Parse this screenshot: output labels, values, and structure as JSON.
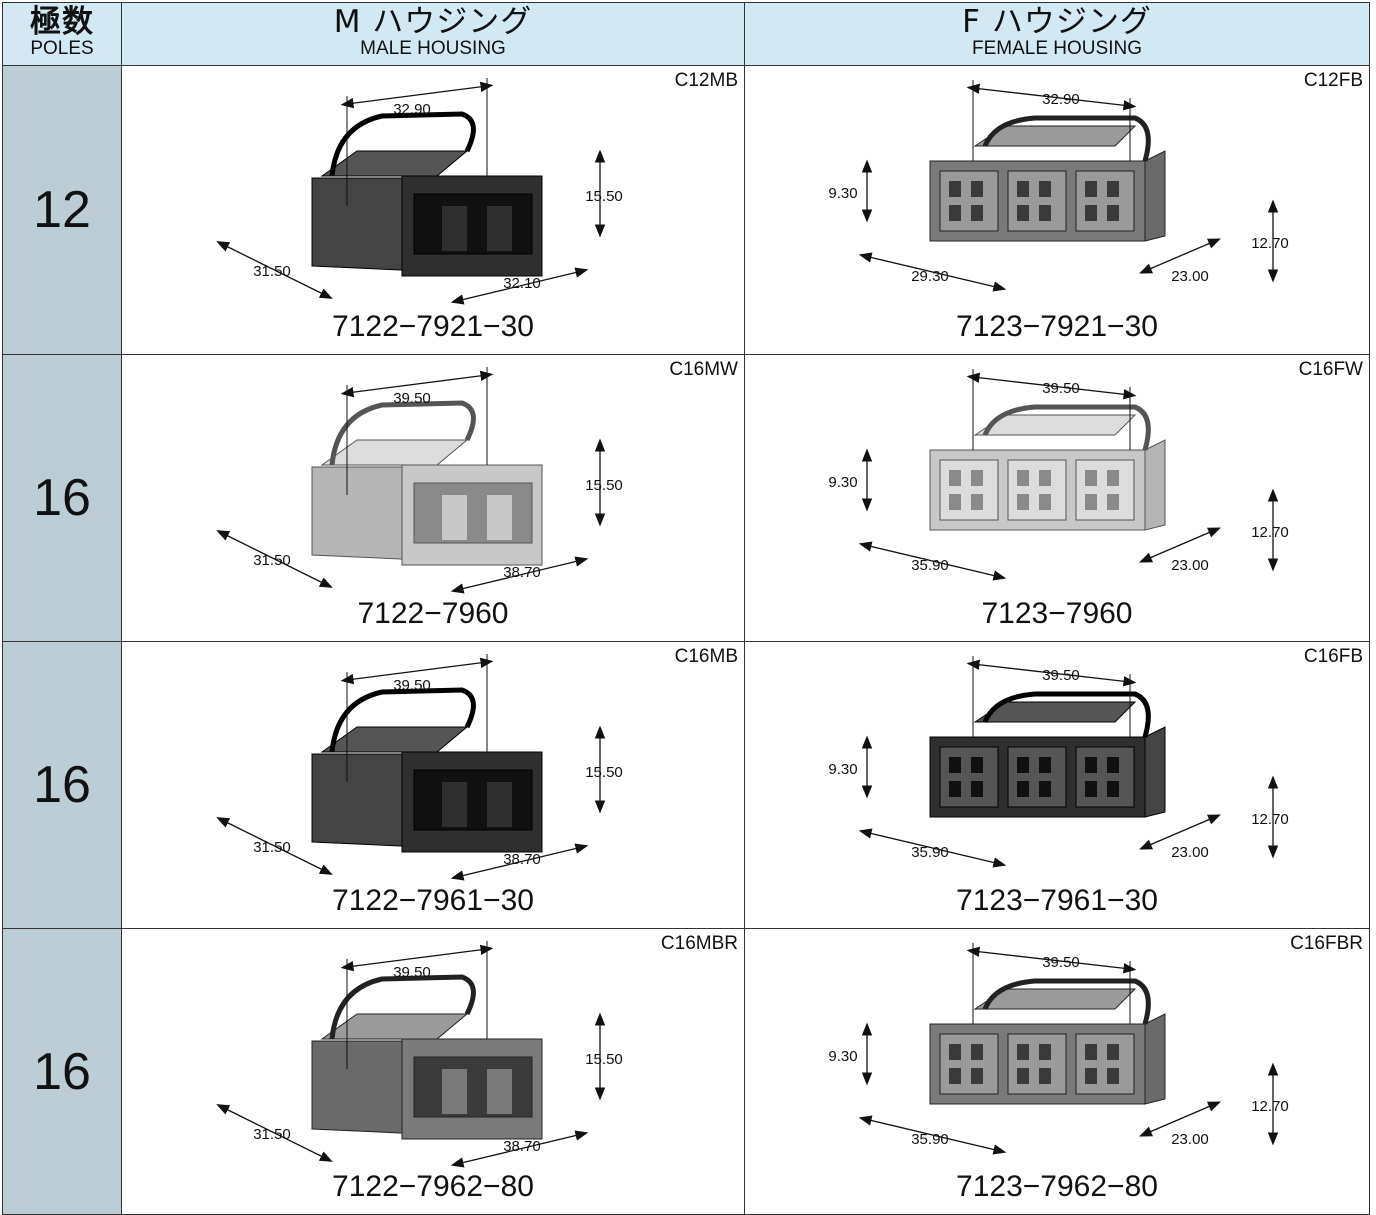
{
  "header": {
    "poles_jp": "極数",
    "poles_en": "POLES",
    "male_jp": "M ハウジング",
    "male_en": "MALE HOUSING",
    "female_jp": "F ハウジング",
    "female_en": "FEMALE HOUSING"
  },
  "rows": [
    {
      "poles": "12",
      "male": {
        "code": "C12MB",
        "part": "7122−7921−30",
        "w": "32.90",
        "h": "15.50",
        "d": "31.50",
        "l": "32.10",
        "color": "dark"
      },
      "female": {
        "code": "C12FB",
        "part": "7123−7921−30",
        "w": "32.90",
        "h1": "9.30",
        "h2": "12.70",
        "d1": "29.30",
        "d2": "23.00",
        "color": "gray"
      }
    },
    {
      "poles": "16",
      "male": {
        "code": "C16MW",
        "part": "7122−7960",
        "w": "39.50",
        "h": "15.50",
        "d": "31.50",
        "l": "38.70",
        "color": "light"
      },
      "female": {
        "code": "C16FW",
        "part": "7123−7960",
        "w": "39.50",
        "h1": "9.30",
        "h2": "12.70",
        "d1": "35.90",
        "d2": "23.00",
        "color": "light"
      }
    },
    {
      "poles": "16",
      "male": {
        "code": "C16MB",
        "part": "7122−7961−30",
        "w": "39.50",
        "h": "15.50",
        "d": "31.50",
        "l": "38.70",
        "color": "dark"
      },
      "female": {
        "code": "C16FB",
        "part": "7123−7961−30",
        "w": "39.50",
        "h1": "9.30",
        "h2": "12.70",
        "d1": "35.90",
        "d2": "23.00",
        "color": "dark"
      }
    },
    {
      "poles": "16",
      "male": {
        "code": "C16MBR",
        "part": "7122−7962−80",
        "w": "39.50",
        "h": "15.50",
        "d": "31.50",
        "l": "38.70",
        "color": "gray"
      },
      "female": {
        "code": "C16FBR",
        "part": "7123−7962−80",
        "w": "39.50",
        "h1": "9.30",
        "h2": "12.70",
        "d1": "35.90",
        "d2": "23.00",
        "color": "gray"
      }
    }
  ]
}
